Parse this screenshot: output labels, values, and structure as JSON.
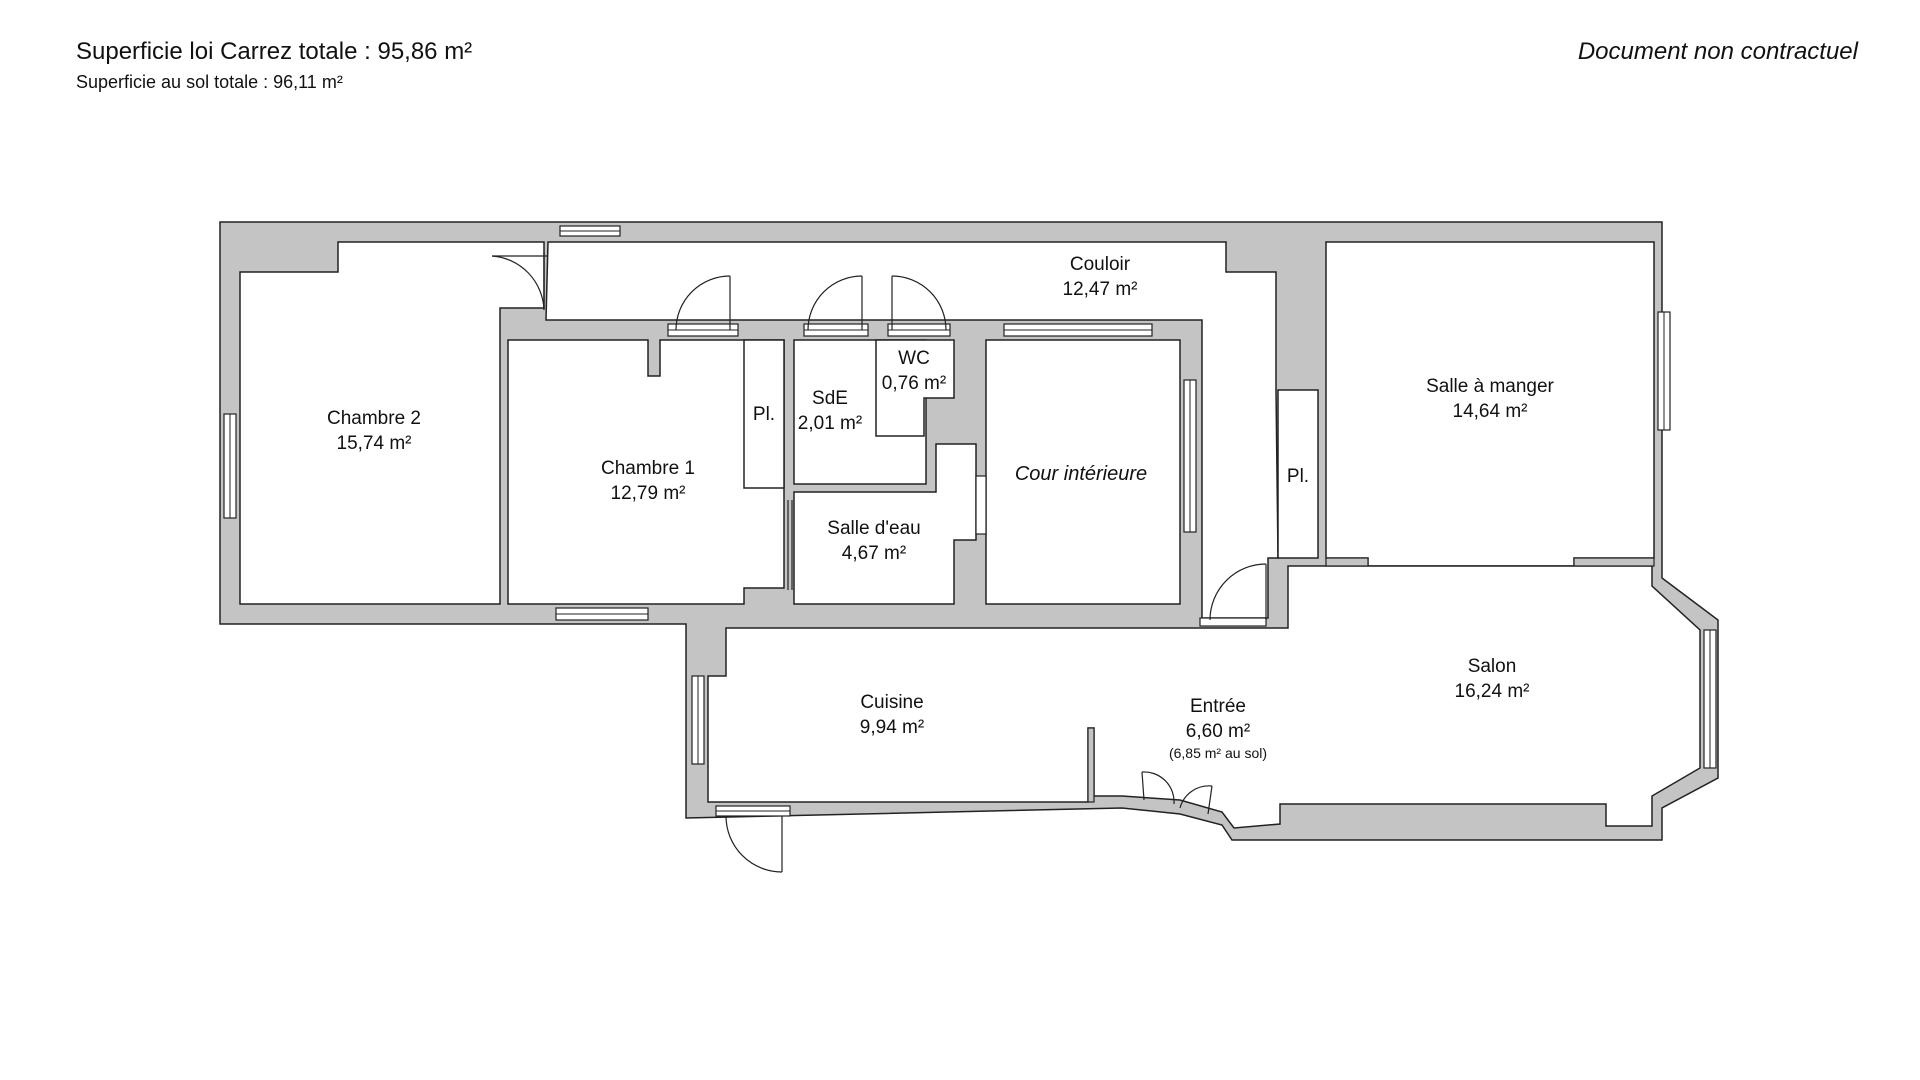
{
  "header": {
    "carrez_total": "Superficie loi Carrez totale :  95,86 m²",
    "floor_total": "Superficie au sol totale :  96,11 m²",
    "disclaimer": "Document non contractuel"
  },
  "rooms": {
    "couloir": {
      "name": "Couloir",
      "area": "12,47 m²"
    },
    "chambre2": {
      "name": "Chambre 2",
      "area": "15,74 m²"
    },
    "chambre1": {
      "name": "Chambre 1",
      "area": "12,79 m²"
    },
    "placard1": {
      "name": "Pl."
    },
    "sde": {
      "name": "SdE",
      "area": "2,01 m²"
    },
    "wc": {
      "name": "WC",
      "area": "0,76 m²"
    },
    "salle_deau": {
      "name": "Salle d'eau",
      "area": "4,67 m²"
    },
    "cour": {
      "name": "Cour intérieure"
    },
    "placard2": {
      "name": "Pl."
    },
    "salle_a_manger": {
      "name": "Salle à manger",
      "area": "14,64 m²"
    },
    "salon": {
      "name": "Salon",
      "area": "16,24 m²"
    },
    "cuisine": {
      "name": "Cuisine",
      "area": "9,94 m²"
    },
    "entree": {
      "name": "Entrée",
      "area": "6,60 m²",
      "note": "(6,85 m² au sol)"
    }
  },
  "colors": {
    "wall": "#c4c4c4",
    "outline": "#222222",
    "floor": "#ffffff"
  }
}
